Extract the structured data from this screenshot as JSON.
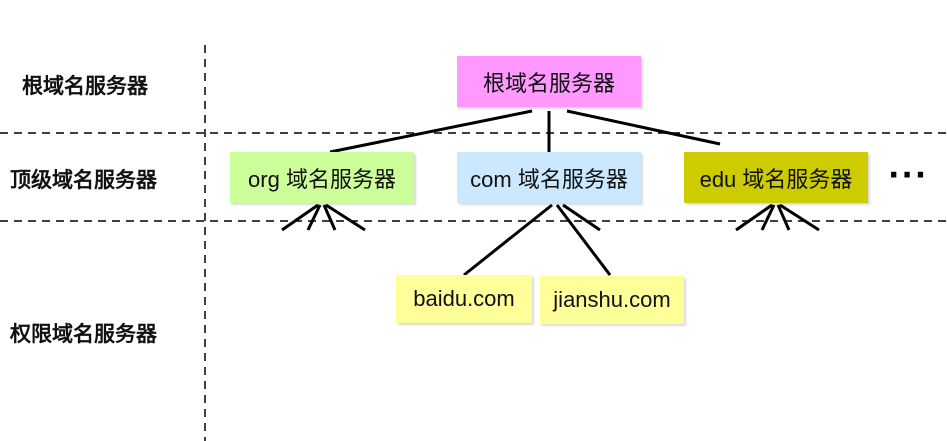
{
  "levels": {
    "root": "根域名服务器",
    "tld": "顶级域名服务器",
    "authoritative": "权限域名服务器"
  },
  "nodes": {
    "root": {
      "label": "根域名服务器",
      "color": "#FF99FF"
    },
    "org": {
      "label": "org 域名服务器",
      "color": "#CCFF99"
    },
    "com": {
      "label": "com 域名服务器",
      "color": "#CCE8FF"
    },
    "edu": {
      "label": "edu 域名服务器",
      "color": "#CCCC00"
    },
    "baidu": {
      "label": "baidu.com",
      "color": "#FFFF99"
    },
    "jianshu": {
      "label": "jianshu.com",
      "color": "#FFFF99"
    }
  },
  "ellipsis": "···"
}
